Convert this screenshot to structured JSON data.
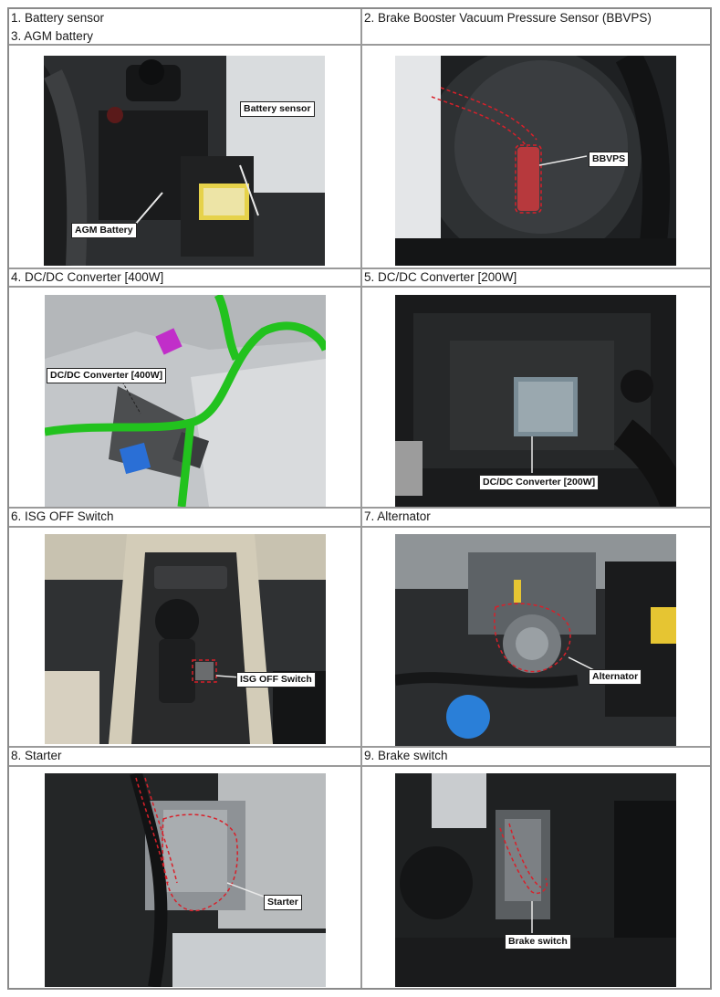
{
  "cells": [
    {
      "caption_lines": [
        "1. Battery sensor",
        "3. AGM battery"
      ],
      "callouts": [
        "Battery sensor",
        "AGM Battery"
      ]
    },
    {
      "caption_lines": [
        "2. Brake Booster Vacuum Pressure Sensor (BBVPS)"
      ],
      "callouts": [
        "BBVPS"
      ]
    },
    {
      "caption_lines": [
        "4. DC/DC Converter [400W]"
      ],
      "callouts": [
        "DC/DC Converter [400W]"
      ]
    },
    {
      "caption_lines": [
        "5. DC/DC Converter [200W]"
      ],
      "callouts": [
        "DC/DC Converter [200W]"
      ]
    },
    {
      "caption_lines": [
        "6. ISG OFF Switch"
      ],
      "callouts": [
        "ISG OFF Switch"
      ]
    },
    {
      "caption_lines": [
        "7. Alternator"
      ],
      "callouts": [
        "Alternator"
      ]
    },
    {
      "caption_lines": [
        "8. Starter"
      ],
      "callouts": [
        "Starter"
      ]
    },
    {
      "caption_lines": [
        "9. Brake switch"
      ],
      "callouts": [
        "Brake switch"
      ]
    }
  ],
  "colors": {
    "grid": "#9a9a9a",
    "highlight": "#d8202a",
    "harness": "#22c21e"
  }
}
